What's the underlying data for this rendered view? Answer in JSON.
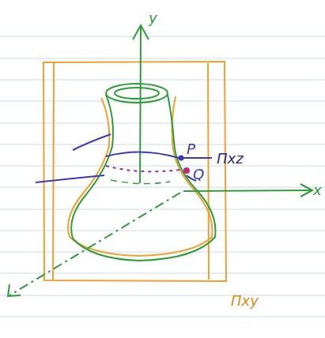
{
  "diagram": {
    "labels": [
      "y",
      "x",
      "P",
      "Q",
      "Πxz",
      "Πxy"
    ]
  }
}
